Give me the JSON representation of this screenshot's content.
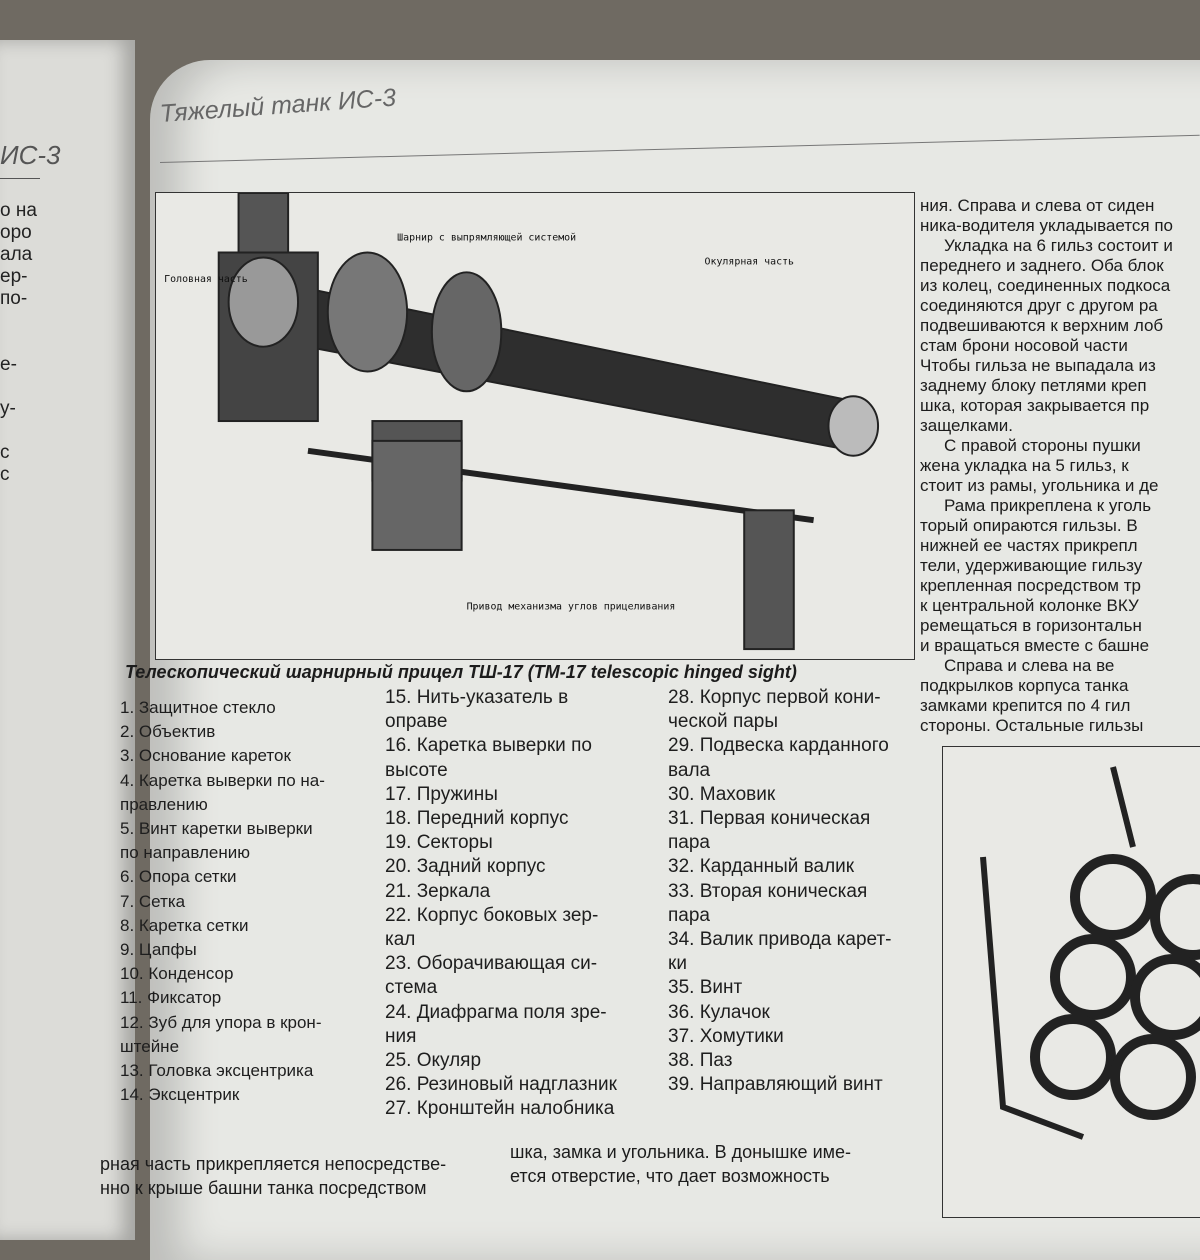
{
  "left_page": {
    "title": "ИС-3",
    "lines": [
      "о на",
      "оро",
      "ала",
      "ер-",
      "по-",
      "",
      "е-",
      "",
      "у-",
      "",
      "с",
      "с"
    ]
  },
  "header": "Тяжелый танк ИС-3",
  "figure": {
    "labels": {
      "head": "Головная часть",
      "hinge": "Шарнир с выпрямляющей системой",
      "ocular": "Окулярная часть",
      "drive": "Привод механизма углов прицеливания"
    },
    "caption": "Телескопический шарнирный прицел ТШ-17 (TM-17 telescopic hinged sight)"
  },
  "legend": {
    "col1": [
      "1. Защитное стекло",
      "2. Объектив",
      "3. Основание кареток",
      "4. Каретка выверки по на-",
      "правлению",
      "5. Винт каретки выверки",
      "по направлению",
      "6. Опора сетки",
      "7. Сетка",
      "8. Каретка сетки",
      "9. Цапфы",
      "10. Конденсор",
      "11. Фиксатор",
      "12. Зуб для упора в крон-",
      "штейне",
      "13. Головка эксцентрика",
      "14. Эксцентрик"
    ],
    "col2": [
      "15. Нить-указатель в",
      "оправе",
      "16. Каретка выверки по",
      "высоте",
      "17. Пружины",
      "18. Передний корпус",
      "19. Секторы",
      "20. Задний корпус",
      "21. Зеркала",
      "22. Корпус боковых зер-",
      "кал",
      "23. Оборачивающая си-",
      "стема",
      "24. Диафрагма поля зре-",
      "ния",
      "25. Окуляр",
      "26. Резиновый надглазник",
      "27. Кронштейн налобника"
    ],
    "col3": [
      "28. Корпус первой кони-",
      "ческой пары",
      "29. Подвеска карданного",
      "вала",
      "30. Маховик",
      "31. Первая коническая",
      "пара",
      "32. Карданный валик",
      "33. Вторая коническая",
      "пара",
      "34. Валик привода карет-",
      "ки",
      "35. Винт",
      "36. Кулачок",
      "37. Хомутики",
      "38. Паз",
      "39. Направляющий винт"
    ]
  },
  "right_text": [
    "ния. Справа и слева от сиден",
    "ника-водителя укладывается по",
    "Укладка на 6 гильз состоит и",
    "переднего и заднего. Оба блок",
    "из колец, соединенных подкоса",
    "соединяются друг с другом ра",
    "подвешиваются к верхним лоб",
    "стам брони носовой части",
    "Чтобы гильза не выпадала из",
    "заднему блоку петлями креп",
    "шка, которая закрывается пр",
    "защелками.",
    "С правой стороны пушки",
    "жена укладка на 5 гильз, к",
    "стоит из рамы, угольника и де",
    "Рама прикреплена к уголь",
    "торый опираются гильзы. В",
    "нижней ее частях прикрепл",
    "тели, удерживающие гильзу",
    "крепленная посредством тр",
    "к центральной колонке ВКУ",
    "ремещаться в горизонтальн",
    "и вращаться вместе с башне",
    "Справа и слева на ве",
    "подкрылков корпуса танка",
    "замками крепится по 4 гил",
    "стороны. Остальные гильзы"
  ],
  "bottom_left": [
    "рная часть прикрепляется непосредстве-",
    "нно к крыше башни танка посредством"
  ],
  "bottom_right": [
    "шка, замка и угольника. В донышке име-",
    "ется отверстие, что дает возможность"
  ]
}
